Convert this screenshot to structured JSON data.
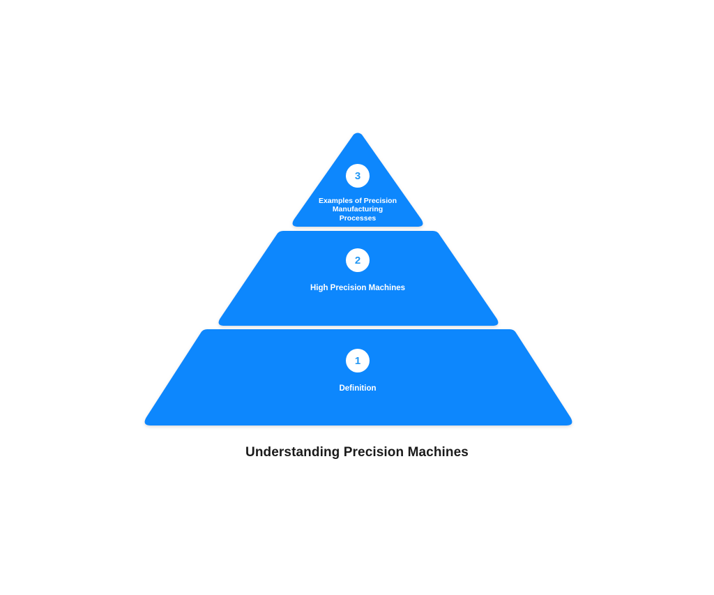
{
  "figure": {
    "caption": "Understanding Precision Machines",
    "background_color": "#ffffff",
    "accent_color": "#0887fd",
    "badge_text_color": "#2196f3",
    "label_color": "#ffffff",
    "caption_color": "#1a1a1a"
  },
  "chart_data": {
    "type": "pie",
    "title": "Understanding Precision Machines",
    "xlabel": "",
    "ylabel": "",
    "shape": "pyramid",
    "orientation": "bottom-widest",
    "tier_count": 3,
    "categories": [
      "Definition",
      "High Precision Machines",
      "Examples of Precision Manufacturing Processes"
    ],
    "values": [
      1,
      2,
      3
    ],
    "tiers": [
      {
        "number": "1",
        "label": "Definition",
        "position": "base",
        "level_from_bottom": 1,
        "color": "#0887fd"
      },
      {
        "number": "2",
        "label": "High Precision Machines",
        "position": "middle",
        "level_from_bottom": 2,
        "color": "#0887fd"
      },
      {
        "number": "3",
        "label": "Examples of Precision\nManufacturing\nProcesses",
        "position": "apex",
        "level_from_bottom": 3,
        "color": "#0887fd"
      }
    ]
  }
}
